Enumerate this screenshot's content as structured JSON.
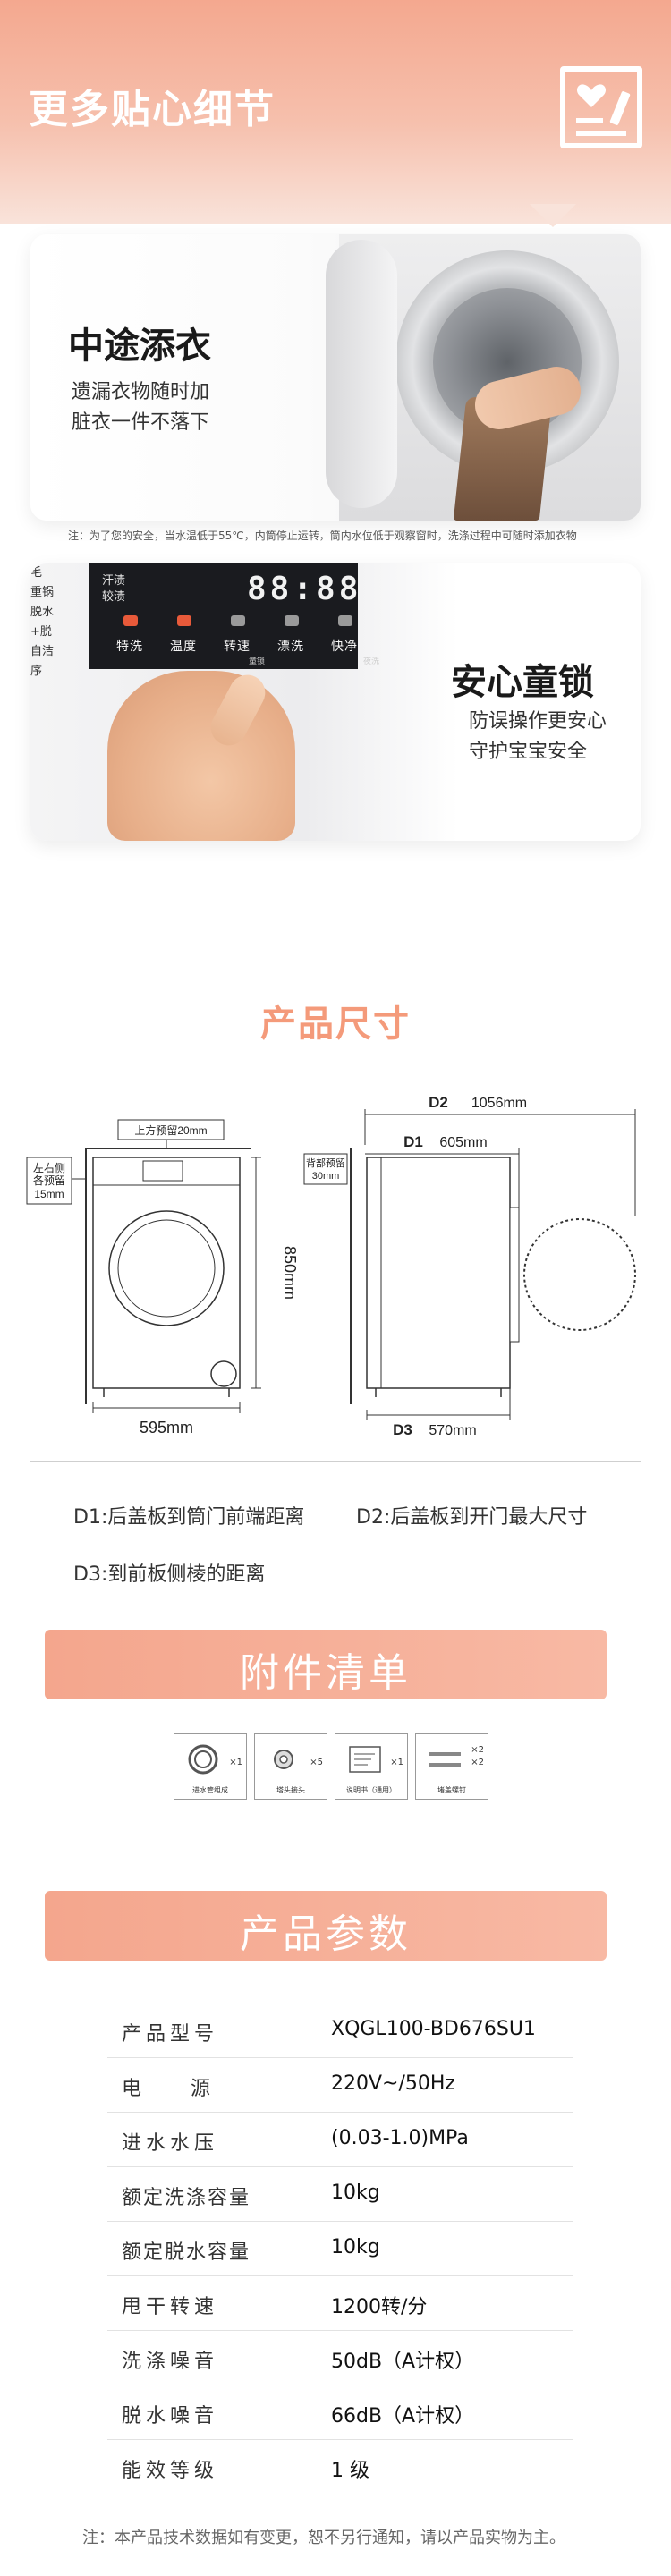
{
  "banner": {
    "title": "更多贴心细节",
    "icon": "notes-heart-icon",
    "colors": {
      "start": "#f4a88f",
      "end": "#f9e3da"
    }
  },
  "feature1": {
    "title": "中途添衣",
    "subtitle": [
      "遗漏衣物随时加",
      "脏衣一件不落下"
    ]
  },
  "feature1_note": "注：为了您的安全，当水温低于55℃，内筒停止运转，筒内水位低于观察窗时，洗涤过程中可随时添加衣物",
  "feature2": {
    "title": "安心童锁",
    "subtitle": [
      "防误操作更安心",
      "守护宝宝安全"
    ],
    "panel": {
      "digits": "88:88",
      "top_labels": [
        "汗渍",
        "较渍"
      ],
      "buttons": [
        "特洗",
        "温度",
        "转速",
        "漂洗",
        "快净"
      ],
      "sub_labels": [
        "童锁",
        "夜洗"
      ],
      "left_menu": [
        "毛",
        "重锅",
        "脱水",
        "+脱",
        "自洁",
        "序"
      ]
    }
  },
  "size_section": {
    "title": "产品尺寸",
    "front": {
      "top_clearance": "上方预留20mm",
      "side_clearance": [
        "左右侧",
        "各预留",
        "15mm"
      ],
      "height": "850mm",
      "width": "595mm"
    },
    "side": {
      "back_clearance": [
        "背部预留",
        "30mm"
      ],
      "d2_label": "D2",
      "d2_value": "1056mm",
      "d1_label": "D1",
      "d1_value": "605mm",
      "d3_label": "D3",
      "d3_value": "570mm"
    },
    "notes": {
      "d1": "D1:后盖板到筒门前端距离",
      "d2": "D2:后盖板到开门最大尺寸",
      "d3": "D3:到前板侧棱的距离"
    }
  },
  "accessories": {
    "title": "附件清单",
    "items": [
      {
        "label": "进水管组成",
        "qty": "×1",
        "icon": "hose-icon"
      },
      {
        "label": "塔头接头",
        "qty": "×5",
        "icon": "connector-icon"
      },
      {
        "label": "说明书（通用）",
        "qty": "×1",
        "icon": "manual-icon"
      },
      {
        "label": "堵盖螺钉",
        "qty": "×2",
        "icon": "plug-icon",
        "qty2": "×2"
      }
    ]
  },
  "specs": {
    "title": "产品参数",
    "rows": [
      {
        "label": "产品型号",
        "value": "XQGL100-BD676SU1"
      },
      {
        "label": "电 源",
        "value": "220V~/50Hz"
      },
      {
        "label": "进水水压",
        "value": "(0.03-1.0)MPa"
      },
      {
        "label": "额定洗涤容量",
        "value": "10kg"
      },
      {
        "label": "额定脱水容量",
        "value": "10kg"
      },
      {
        "label": "甩干转速",
        "value": "1200转/分"
      },
      {
        "label": "洗涤噪音",
        "value": "50dB（A计权）"
      },
      {
        "label": "脱水噪音",
        "value": "66dB（A计权）"
      },
      {
        "label": "能效等级",
        "value": "1 级"
      }
    ],
    "note": "注：本产品技术数据如有变更，恕不另行通知，请以产品实物为主。"
  }
}
